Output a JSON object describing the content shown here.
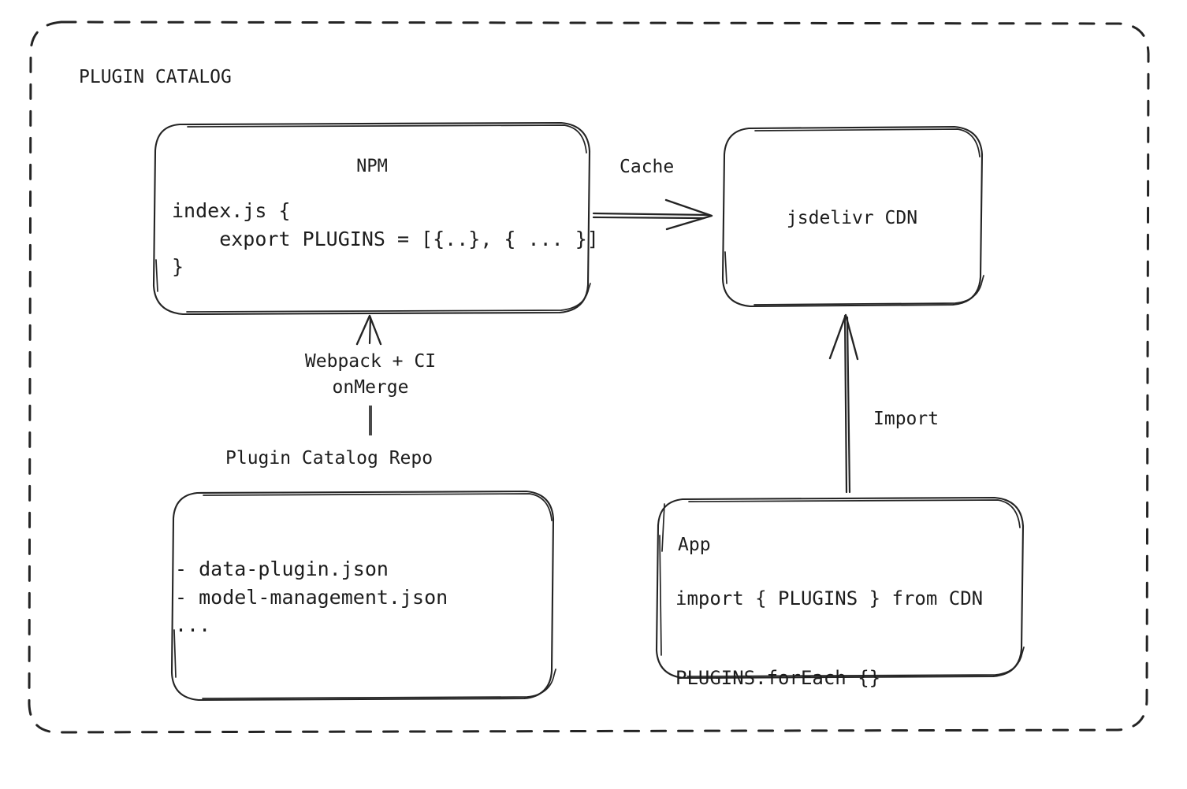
{
  "frame": {
    "title": "PLUGIN CATALOG",
    "style": "dashed-rounded-rectangle"
  },
  "colors": {
    "stroke": "#242424",
    "text": "#1d1d1d",
    "background": "#ffffff"
  },
  "nodes": {
    "npm": {
      "title": "NPM",
      "code": "index.js {\n    export PLUGINS = [{..}, { ... }]\n}"
    },
    "cdn": {
      "title": "jsdelivr CDN"
    },
    "repo": {
      "label": "Plugin Catalog Repo",
      "code": "- data-plugin.json\n- model-management.json\n..."
    },
    "app": {
      "title": "App",
      "code": "import { PLUGINS } from CDN\n\nPLUGINS.forEach {}"
    }
  },
  "edges": {
    "cache": {
      "label": "Cache",
      "from": "npm",
      "to": "cdn",
      "direction": "right"
    },
    "build": {
      "label": "Webpack + CI\nonMerge",
      "from": "repo",
      "to": "npm",
      "direction": "up"
    },
    "import": {
      "label": "Import",
      "from": "app",
      "to": "cdn",
      "direction": "up"
    }
  }
}
